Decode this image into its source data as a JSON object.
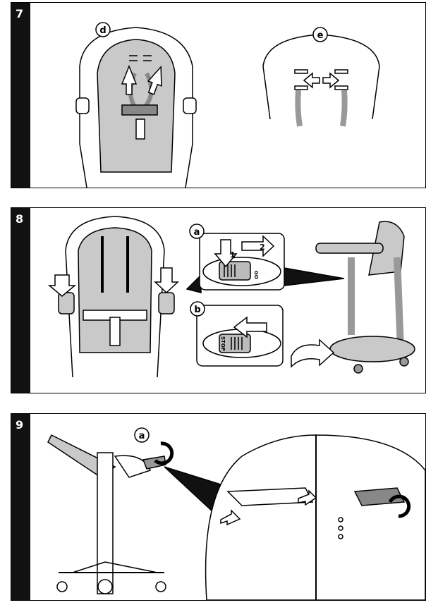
{
  "steps": [
    {
      "number": "7",
      "labels": {
        "d": "d",
        "e": "e"
      }
    },
    {
      "number": "8",
      "labels": {
        "a": "a",
        "b": "b",
        "arrow1": "1",
        "arrow2": "2",
        "go": "GO",
        "stop": "STOP"
      }
    },
    {
      "number": "9",
      "labels": {
        "a": "a"
      }
    }
  ],
  "colors": {
    "fill": "#c9c9c9",
    "strip": "#111111",
    "line": "#000000"
  }
}
